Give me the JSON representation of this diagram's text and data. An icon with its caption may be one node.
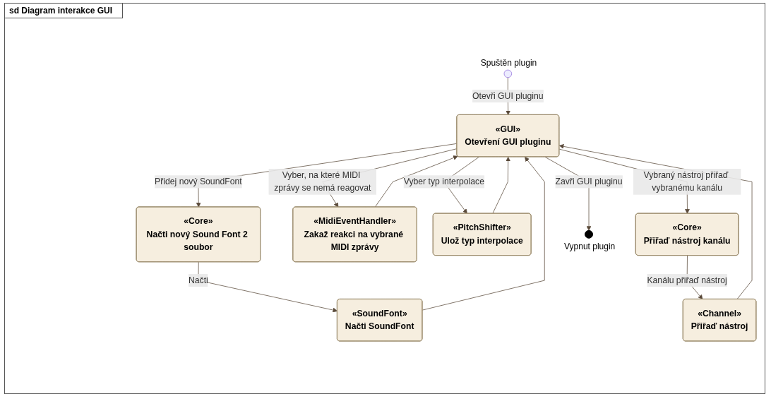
{
  "diagram": {
    "title": "sd Diagram interakce GUI",
    "nodes": [
      {
        "text": [],
        "shape": "circle",
        "beside": [
          "Spuštěn plugin"
        ]
      },
      {
        "text": [
          "«GUI»",
          "Otevření GUI pluginu"
        ]
      },
      {
        "text": [
          "«Core»",
          "Načti nový Sound Font 2 soubor"
        ]
      },
      {
        "text": [
          "«MidiEventHandler»",
          "Zakaž reakci na vybrané MIDI zprávy"
        ]
      },
      {
        "text": [
          "«PitchShifter»",
          "Ulož typ interpolace"
        ]
      },
      {
        "text": [
          "«Core»",
          "Přiřaď nástroj kanálu"
        ]
      },
      {
        "text": [
          "«SoundFont»",
          "Načti SoundFont"
        ]
      },
      {
        "text": [
          "«Channel»",
          "Přiřaď nástroj"
        ]
      },
      {
        "text": [],
        "shape": "circle",
        "beside": [
          "Vypnut plugin"
        ]
      }
    ],
    "edges": [
      {
        "from": 0,
        "to": 1,
        "arrow": "to",
        "label": "Otevři GUI pluginu"
      },
      {
        "from": 1,
        "to": 2,
        "arrow": "to",
        "label": "Přidej nový SoundFont"
      },
      {
        "from": 1,
        "to": 3,
        "arrow": "to",
        "label": "Vyber, na které MIDI zprávy se nemá reagovat"
      },
      {
        "from": 1,
        "to": 4,
        "arrow": "to",
        "label": "Vyber typ interpolace"
      },
      {
        "from": 1,
        "to": 5,
        "arrow": "to",
        "label": "Vybraný nástroj přiřaď vybranému kanálu"
      },
      {
        "from": 2,
        "to": 6,
        "arrow": "to",
        "label": "Načti"
      },
      {
        "from": 5,
        "to": 7,
        "arrow": "to",
        "label": "Kanálu přiřaď nástroj"
      },
      {
        "from": 6,
        "to": 1,
        "arrow": "to"
      },
      {
        "from": 3,
        "to": 1,
        "arrow": "to"
      },
      {
        "from": 4,
        "to": 1,
        "arrow": "to"
      },
      {
        "from": 7,
        "to": 1,
        "arrow": "to"
      },
      {
        "from": 1,
        "to": 8,
        "arrow": "to",
        "label": "Zavři GUI pluginu"
      }
    ]
  }
}
